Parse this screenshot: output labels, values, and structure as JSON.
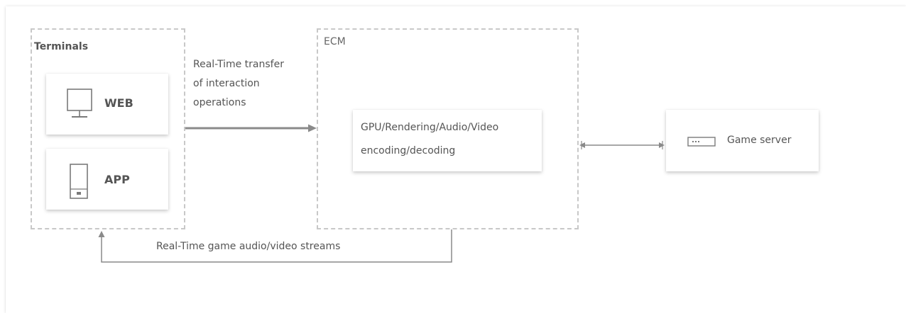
{
  "terminals": {
    "title": "Terminals",
    "web_label": "WEB",
    "app_label": "APP"
  },
  "flows": {
    "interaction_lines": [
      "Real-Time transfer",
      "of interaction",
      "operations"
    ],
    "stream_label": "Real-Time game audio/video streams"
  },
  "ecm": {
    "title": "ECM",
    "inner_lines": [
      "GPU/Rendering/Audio/Video",
      "encoding/decoding"
    ]
  },
  "server": {
    "label": "Game server"
  },
  "colors": {
    "dash": "#c8c8c8",
    "arrow": "#8a8a8a",
    "text": "#555555"
  }
}
